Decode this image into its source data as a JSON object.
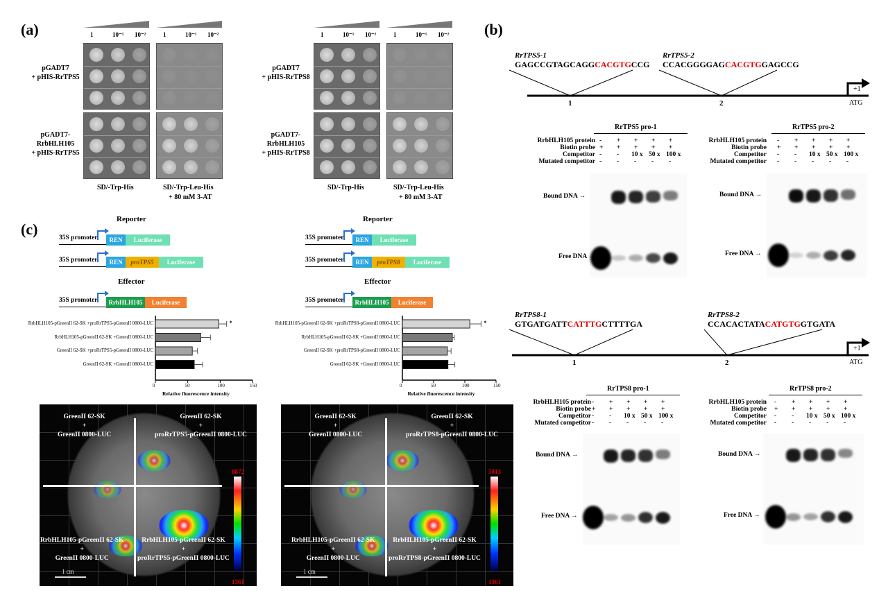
{
  "panels": {
    "a": "(a)",
    "b": "(b)",
    "c": "(c)"
  },
  "panel_a": {
    "dilutions": [
      "1",
      "10⁻¹",
      "10⁻²"
    ],
    "groups": [
      {
        "rows": [
          {
            "line1": "pGADT7",
            "line2": "+ pHIS-RrTPS5"
          },
          {
            "line1": "pGADT7-RrbHLH105",
            "line2": "+ pHIS-RrTPS5"
          }
        ],
        "growth": {
          "sd_trp_his": [
            [
              1,
              0.9,
              0.5
            ],
            [
              1,
              0.9,
              0.5
            ]
          ],
          "sd_trp_leu_his": [
            [
              0.1,
              0.05,
              0.05
            ],
            [
              1,
              0.9,
              0.3
            ]
          ]
        }
      },
      {
        "rows": [
          {
            "line1": "pGADT7",
            "line2": "+ pHIS-RrTPS8"
          },
          {
            "line1": "pGADT7-RrbHLH105",
            "line2": "+ pHIS-RrTPS8"
          }
        ],
        "growth": {
          "sd_trp_his": [
            [
              1,
              0.9,
              0.5
            ],
            [
              1,
              0.9,
              0.5
            ]
          ],
          "sd_trp_leu_his": [
            [
              0.1,
              0.05,
              0.05
            ],
            [
              1,
              0.9,
              0.3
            ]
          ]
        }
      }
    ],
    "media": {
      "left": "SD/-Trp-His",
      "right_line1": "SD/-Trp-Leu-His",
      "right_line2": "+ 80 mM 3-AT"
    }
  },
  "panel_b": {
    "promoters": [
      {
        "site1": {
          "name": "RrTPS5-1",
          "pre": "GAGCCGTAGCAGG",
          "motif": "CACGTG",
          "post": "CCG"
        },
        "site2": {
          "name": "RrTPS5-2",
          "pre": "CCACGGGGAG",
          "motif": "CACGTG",
          "post": "GAGCCG"
        },
        "tick1": "1",
        "tick2": "2",
        "start": "ATG",
        "plus1": "+1"
      },
      {
        "site1": {
          "name": "RrTPS8-1",
          "pre": "GTGATGATT",
          "motif": "CATTTG",
          "post": "CTTTTGA"
        },
        "site2": {
          "name": "RrTPS8-2",
          "pre": "CCACACTATA",
          "motif": "CATGTG",
          "post": "GTGATA"
        },
        "tick1": "1",
        "tick2": "2",
        "start": "ATG",
        "plus1": "+1"
      }
    ],
    "row_labels": [
      "RrbHLH105 protein",
      "Biotin probe",
      "Competitor",
      "Mutated competitor"
    ],
    "lanes": [
      [
        "-",
        "+",
        "+",
        "+",
        "+"
      ],
      [
        "+",
        "+",
        "+",
        "+",
        "+"
      ],
      [
        "-",
        "-",
        "10 x",
        "50 x",
        "100 x"
      ],
      [
        "-",
        "-",
        "-",
        "-",
        "-"
      ]
    ],
    "bound_label": "Bound DNA →",
    "free_label": "Free DNA →",
    "emsa": [
      {
        "title": "RrTPS5 pro-1",
        "bound": [
          0,
          0.9,
          0.85,
          0.75,
          0.5
        ],
        "free": [
          1,
          0.2,
          0.3,
          0.7,
          0.9
        ]
      },
      {
        "title": "RrTPS5 pro-2",
        "bound": [
          0,
          0.95,
          0.9,
          0.8,
          0.55
        ],
        "free": [
          1,
          0.15,
          0.3,
          0.75,
          0.85
        ]
      },
      {
        "title": "RrTPS8 pro-1",
        "bound": [
          0,
          0.9,
          0.85,
          0.8,
          0.5
        ],
        "free": [
          1,
          0.35,
          0.4,
          0.8,
          0.9
        ]
      },
      {
        "title": "RrTPS8 pro-2",
        "bound": [
          0,
          0.9,
          0.85,
          0.8,
          0.45
        ],
        "free": [
          1,
          0.4,
          0.35,
          0.8,
          0.9
        ]
      }
    ]
  },
  "panel_c": {
    "reporter": "Reporter",
    "effector": "Effector",
    "promoter": "35S promoter",
    "ren": "REN",
    "luciferase": "Luciferase",
    "effector_gene": "RrbHLH105",
    "pro": [
      "proTPS5",
      "proTPS8"
    ],
    "leaves": [
      {
        "tl": [
          "GreenII 62-SK",
          "+",
          "GreenII 0800-LUC"
        ],
        "tr": [
          "GreenII 62-SK",
          "+",
          "proRrTPS5-pGreenII 0800-LUC"
        ],
        "bl": [
          "RrbHLH105-pGreenII 62-SK",
          "+",
          "GreenII 0800-LUC"
        ],
        "br": [
          "RrbHLH105-pGreenII 62-SK",
          "+",
          "proRrTPS5-pGreenII 0800-LUC"
        ],
        "max": "8872",
        "min": "1361",
        "scale": "1 cm"
      },
      {
        "tl": [
          "GreenII 62-SK",
          "+",
          "GreenII 0800-LUC"
        ],
        "tr": [
          "GreenII 62-SK",
          "+",
          "proRrTPS8-pGreenII 0800-LUC"
        ],
        "bl": [
          "RrbHLH105-pGreenII 62-SK",
          "+",
          "GreenII 0800-LUC"
        ],
        "br": [
          "RrbHLH105-pGreenII 62-SK",
          "+",
          "proRrTPS8-pGreenII 0800-LUC"
        ],
        "max": "5813",
        "min": "1361",
        "scale": "1 cm"
      }
    ],
    "colors": {
      "ren": "#2aa6e0",
      "luc": "#6fe0b4",
      "pro": "#f0b000",
      "eff": "#1a9e4e",
      "effluc": "#f08232",
      "promoter_arrow": "#2b6fd0"
    }
  },
  "chart_data": [
    {
      "type": "bar",
      "orientation": "horizontal",
      "xlabel": "Relative fluorescence intensity",
      "xlim": [
        0,
        150
      ],
      "xticks": [
        "0",
        "50",
        "100",
        "150"
      ],
      "categories": [
        "RrbHLH105-pGreenII 62-SK +proRrTPS5-pGreenII 0800-LUC",
        "RrbHLH105-pGreenII 62-SK +GreenII 0800-LUC",
        "GreenII 62-SK +proRrTPS5-pGreenII 0800-LUC",
        "GreenII 62-SK +GreenII 0800-LUC"
      ],
      "values": [
        98,
        70,
        57,
        60
      ],
      "errors": [
        12,
        15,
        8,
        13
      ],
      "annotations": [
        "*",
        "",
        "",
        ""
      ],
      "colors": [
        "#d4d4d4",
        "#7a7a7a",
        "#a4a4a4",
        "#000000"
      ]
    },
    {
      "type": "bar",
      "orientation": "horizontal",
      "xlabel": "Relative fluorescence intensity",
      "xlim": [
        0,
        150
      ],
      "xticks": [
        "0",
        "50",
        "100",
        "150"
      ],
      "categories": [
        "RrbHLH105-pGreenII 62-SK +proRrTPS8-pGreenII 0800-LUC",
        "RrbHLH105-pGreenII 62-SK +GreenII 0800-LUC",
        "GreenII 62-SK +proRrTPS8-pGreenII 0800-LUC",
        "GreenII 62-SK +GreenII 0800-LUC"
      ],
      "values": [
        108,
        80,
        72,
        73
      ],
      "errors": [
        18,
        3,
        6,
        11
      ],
      "annotations": [
        "*",
        "",
        "",
        ""
      ],
      "colors": [
        "#d4d4d4",
        "#7a7a7a",
        "#a4a4a4",
        "#000000"
      ]
    }
  ]
}
